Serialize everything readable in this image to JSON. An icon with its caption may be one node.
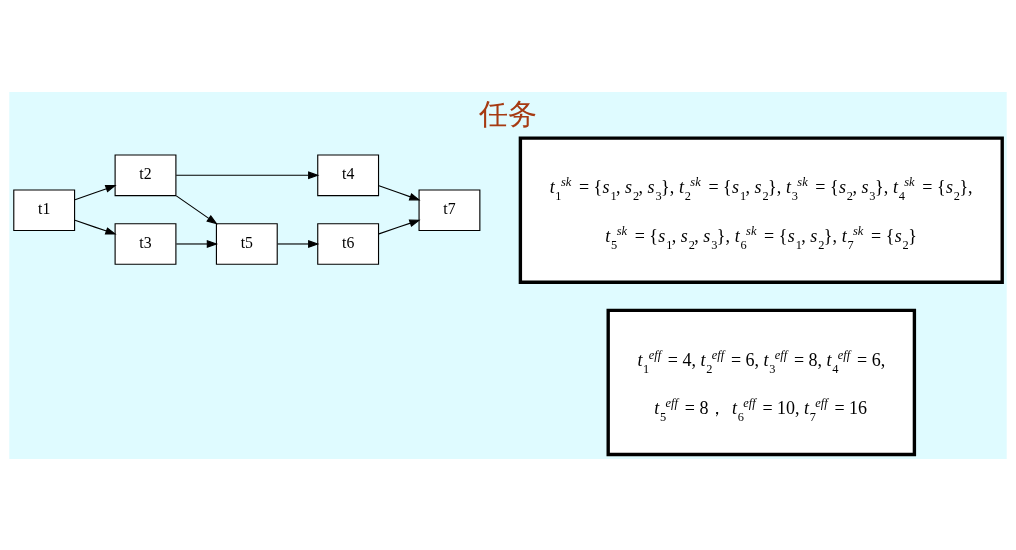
{
  "diagram": {
    "title": "任务",
    "nodes": [
      {
        "text": [
          "t1"
        ]
      },
      {
        "text": [
          "t2"
        ]
      },
      {
        "text": [
          "t3"
        ]
      },
      {
        "text": [
          "t4"
        ]
      },
      {
        "text": [
          "t5"
        ]
      },
      {
        "text": [
          "t6"
        ]
      },
      {
        "text": [
          "t7"
        ]
      },
      {
        "text": [
          "*t*$_{1}$$^{sk}$ = {*s*$_{1}$, *s*$_{2}$, *s*$_{3}$}, *t*$_{2}$$^{sk}$ = {*s*$_{1}$, *s*$_{2}$}, *t*$_{3}$$^{sk}$ = {*s*$_{2}$, *s*$_{3}$}, *t*$_{4}$$^{sk}$ = {*s*$_{2}$},",
          "*t*$_{5}$$^{sk}$ = {*s*$_{1}$, *s*$_{2}$, *s*$_{3}$}, *t*$_{6}$$^{sk}$ = {*s*$_{1}$, *s*$_{2}$}, *t*$_{7}$$^{sk}$ = {*s*$_{2}$}"
        ]
      },
      {
        "text": [
          "*t*$_{1}$$^{eff}$ = 4, *t*$_{2}$$^{eff}$ = 6, *t*$_{3}$$^{eff}$ = 8, *t*$_{4}$$^{eff}$ = 6,",
          "*t*$_{5}$$^{eff}$ = 8， *t*$_{6}$$^{eff}$ = 10, *t*$_{7}$$^{eff}$ = 16"
        ]
      }
    ],
    "edges": [
      {
        "from": 0,
        "to": 1,
        "arrow": "to"
      },
      {
        "from": 0,
        "to": 2,
        "arrow": "to"
      },
      {
        "from": 1,
        "to": 3,
        "arrow": "to"
      },
      {
        "from": 1,
        "to": 4,
        "arrow": "to"
      },
      {
        "from": 3,
        "to": 6,
        "arrow": "to"
      },
      {
        "from": 2,
        "to": 4,
        "arrow": "to"
      },
      {
        "from": 4,
        "to": 5,
        "arrow": "to"
      },
      {
        "from": 5,
        "to": 6,
        "arrow": "to"
      }
    ]
  }
}
